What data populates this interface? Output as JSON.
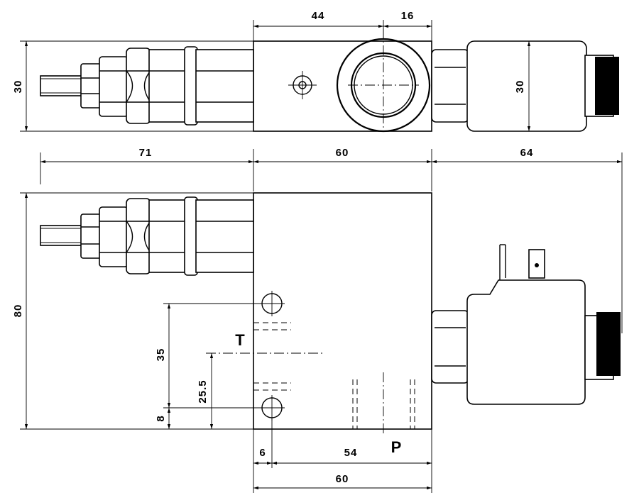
{
  "dimensions": {
    "top_44": "44",
    "top_16": "16",
    "top_height_left": "30",
    "top_height_coil": "30",
    "mid_71": "71",
    "mid_60": "60",
    "mid_64": "64",
    "side_80": "80",
    "side_35": "35",
    "side_25_5": "25.5",
    "side_8": "8",
    "bot_6": "6",
    "bot_54": "54",
    "bot_60": "60"
  },
  "ports": {
    "tank": "T",
    "pressure": "P"
  }
}
